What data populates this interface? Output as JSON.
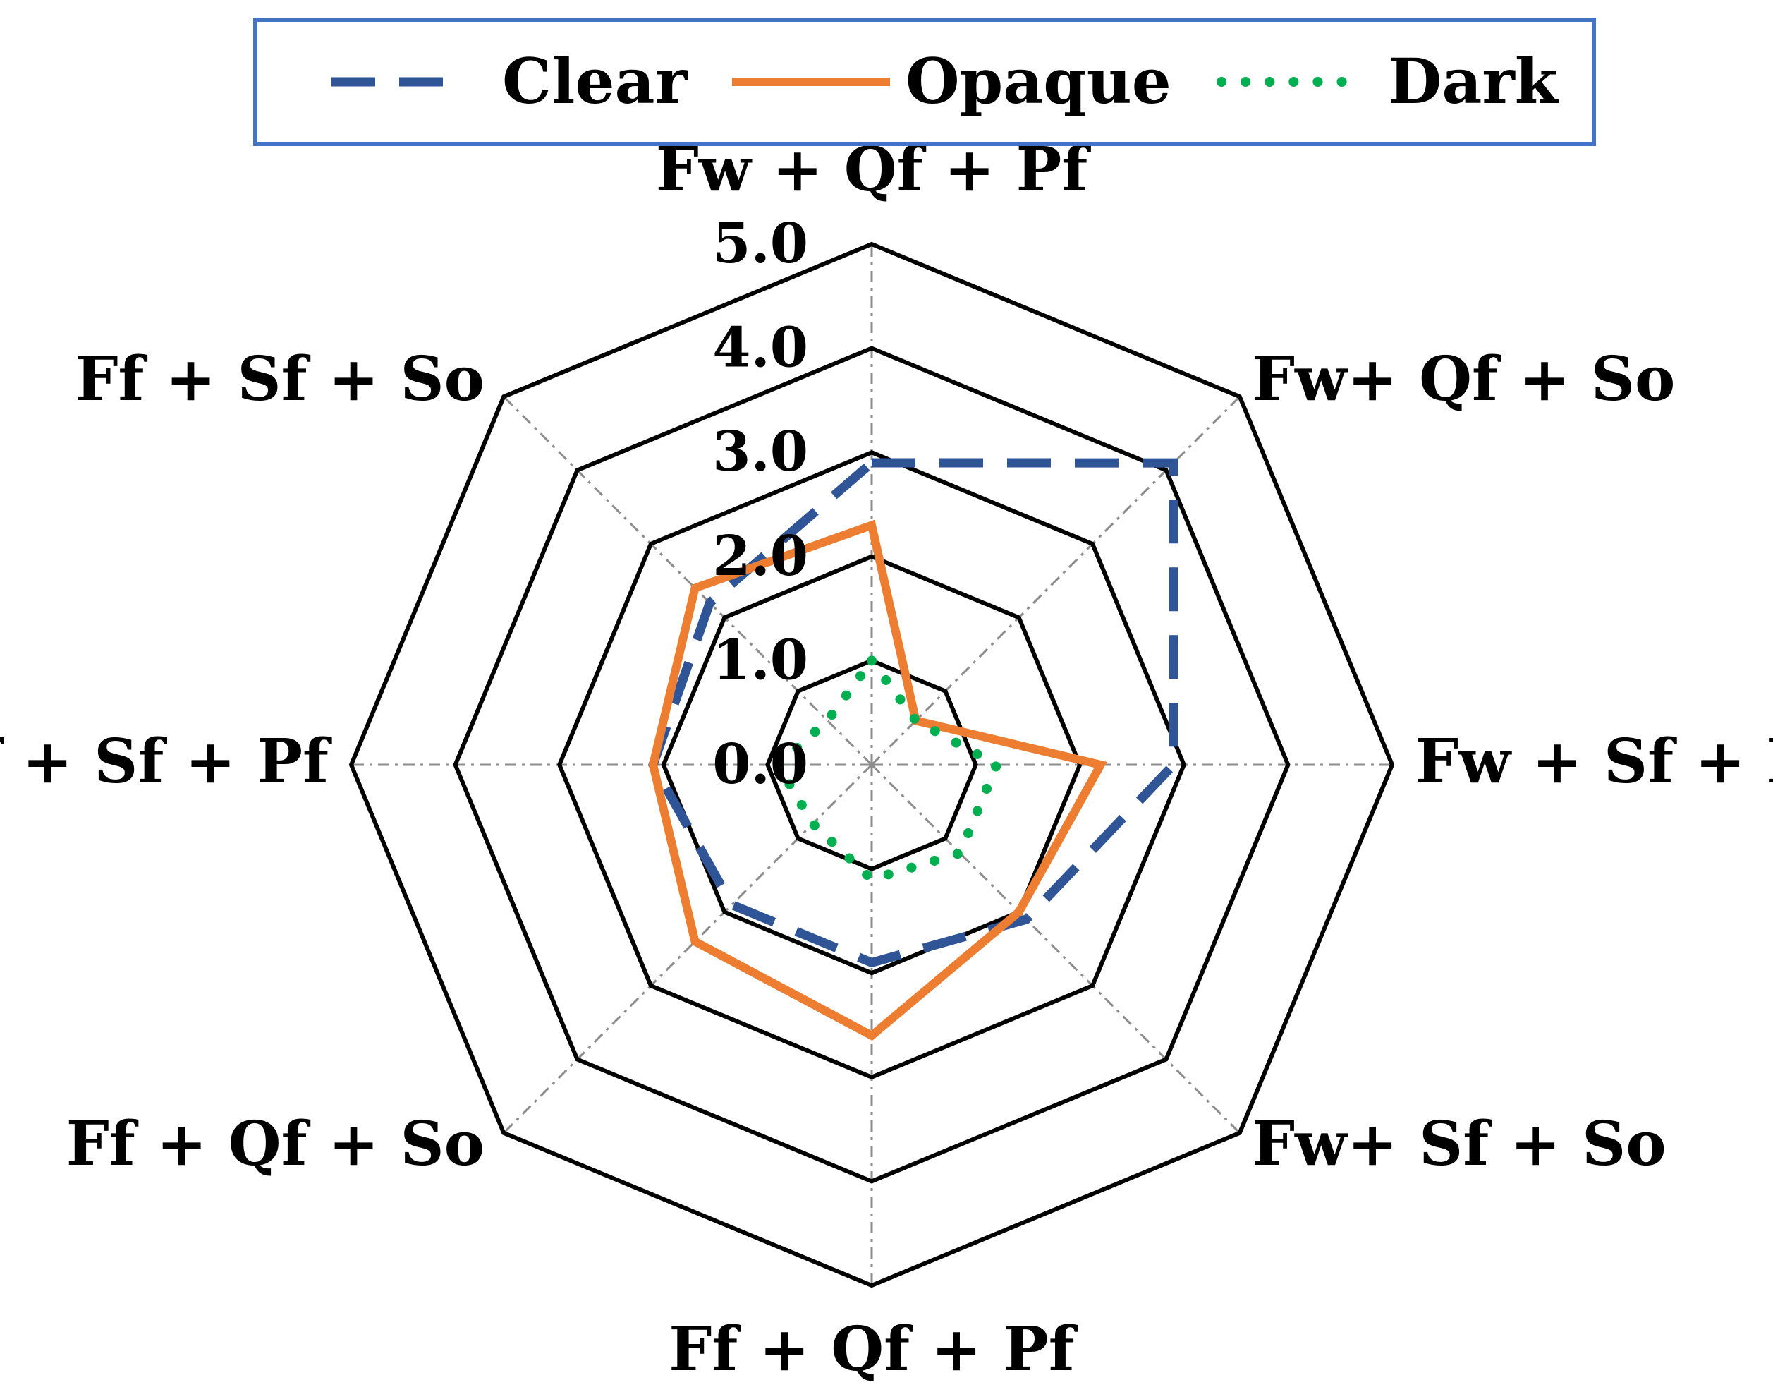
{
  "chart_data": {
    "type": "radar",
    "title": "",
    "axes": [
      "Fw + Qf + Pf",
      "Fw+ Qf + So",
      "Fw + Sf + Pf",
      "Fw+ Sf + So",
      "Ff + Qf + Pf",
      "Ff + Qf + So",
      "Ff + Sf + Pf",
      "Ff + Sf + So"
    ],
    "rlim": [
      0,
      5
    ],
    "ticks": [
      "0.0",
      "1.0",
      "2.0",
      "3.0",
      "4.0",
      "5.0"
    ],
    "tick_values": [
      0,
      1,
      2,
      3,
      4,
      5
    ],
    "grid": true,
    "legend_position": "top",
    "series": [
      {
        "name": "Clear",
        "style": "dashed",
        "color": "#2F5597",
        "values": [
          2.9,
          4.1,
          2.9,
          2.1,
          1.9,
          1.9,
          2.1,
          2.2
        ]
      },
      {
        "name": "Opaque",
        "style": "solid",
        "color": "#ED7D31",
        "values": [
          2.3,
          0.6,
          2.2,
          2.0,
          2.6,
          2.4,
          2.1,
          2.4
        ]
      },
      {
        "name": "Dark",
        "style": "dotted",
        "color": "#00B050",
        "values": [
          1.0,
          0.6,
          1.2,
          1.2,
          1.1,
          0.8,
          0.9,
          0.6
        ]
      }
    ]
  }
}
